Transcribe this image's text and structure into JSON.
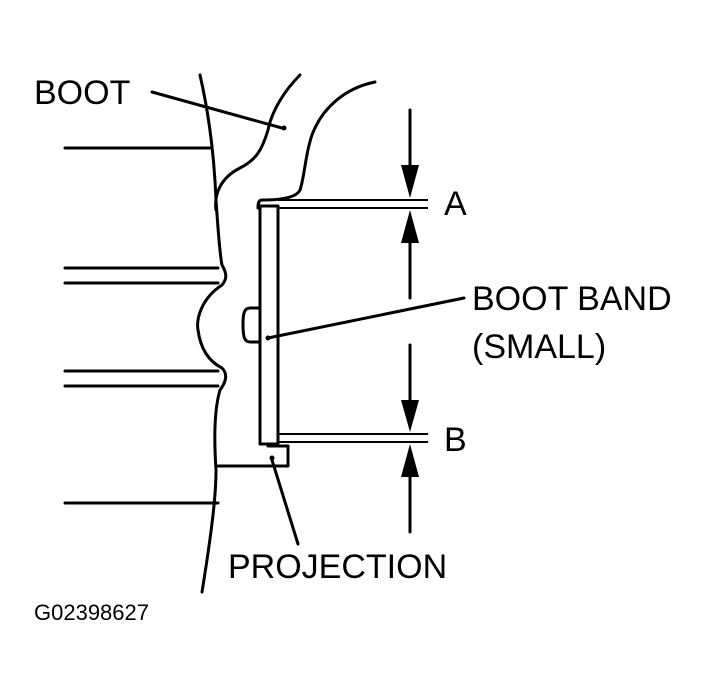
{
  "labels": {
    "boot": "BOOT",
    "boot_band_line1": "BOOT BAND",
    "boot_band_line2": "(SMALL)",
    "projection": "PROJECTION",
    "dim_a": "A",
    "dim_b": "B"
  },
  "figure_code": "G02398627"
}
